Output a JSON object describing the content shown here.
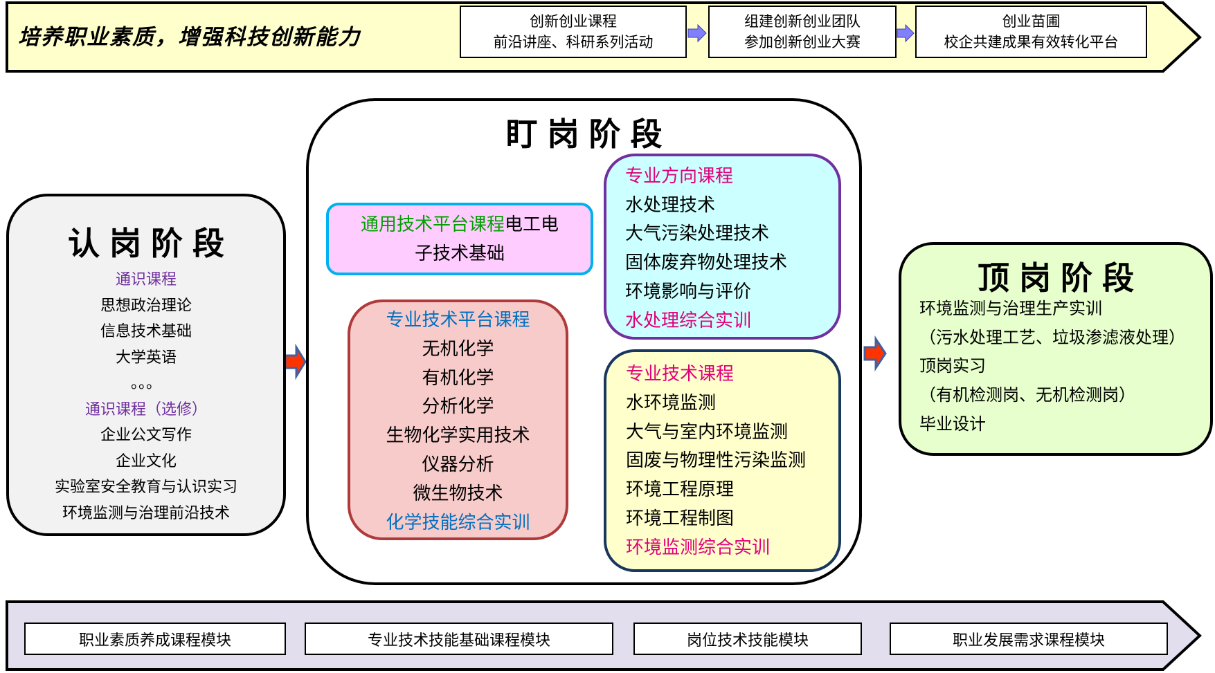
{
  "top_banner": {
    "slogan": "培养职业素质，增强科技创新能力",
    "steps": [
      {
        "line1": "创新创业课程",
        "line2": "前沿讲座、科研系列活动"
      },
      {
        "line1": "组建创新创业团队",
        "line2": "参加创新创业大赛"
      },
      {
        "line1": "创业苗圃",
        "line2": "校企共建成果有效转化平台"
      }
    ]
  },
  "stage1": {
    "title": "认岗阶段",
    "heading1": "通识课程",
    "items1": [
      "思想政治理论",
      "信息技术基础",
      "大学英语",
      "。。。"
    ],
    "heading2": "通识课程（选修）",
    "items2": [
      "企业公文写作",
      "企业文化",
      "实验室安全教育与认识实习",
      "环境监测与治理前沿技术"
    ]
  },
  "stage2": {
    "title": "盯岗阶段",
    "general": {
      "heading": "通用技术平台课程",
      "text1": "电工电",
      "text2": "子技术基础"
    },
    "platform": {
      "heading": "专业技术平台课程",
      "items": [
        "无机化学",
        "有机化学",
        "分析化学",
        "生物化学实用技术",
        "仪器分析",
        "微生物技术"
      ],
      "footer": "化学技能综合实训"
    },
    "direction": {
      "heading": "专业方向课程",
      "items": [
        "水处理技术",
        "大气污染处理技术",
        "固体废弃物处理技术",
        "环境影响与评价"
      ],
      "footer": "水处理综合实训"
    },
    "tech": {
      "heading": "专业技术课程",
      "items": [
        "水环境监测",
        "大气与室内环境监测",
        "固废与物理性污染监测",
        "环境工程原理",
        "环境工程制图"
      ],
      "footer": "环境监测综合实训"
    }
  },
  "stage3": {
    "title": "顶岗阶段",
    "items": [
      "环境监测与治理生产实训",
      "（污水处理工艺、垃圾渗滤液处理）",
      "顶岗实习",
      "（有机检测岗、无机检测岗）",
      "毕业设计"
    ]
  },
  "bottom_banner": {
    "modules": [
      "职业素质养成课程模块",
      "专业技术技能基础课程模块",
      "岗位技术技能模块",
      "职业发展需求课程模块"
    ]
  },
  "colors": {
    "purple": "#7030a0",
    "green": "#00a000",
    "blue": "#0070c0",
    "magenta": "#e0007a"
  }
}
